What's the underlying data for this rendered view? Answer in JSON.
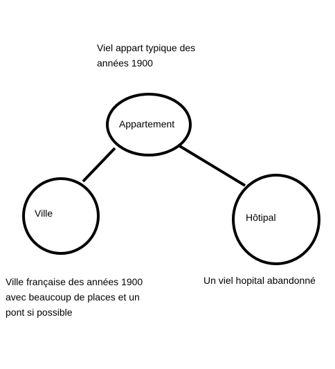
{
  "nodes": {
    "appartement": {
      "label": "Appartement"
    },
    "ville": {
      "label": "Ville"
    },
    "hotipal": {
      "label": "Hôtipal"
    }
  },
  "notes": {
    "appartement": "Viel appart typique des années 1900",
    "ville": "Ville française des années 1900 avec beaucoup de places et un pont si possible",
    "hotipal": "Un viel hopital abandonné"
  },
  "colors": {
    "stroke": "#000000",
    "background": "#ffffff"
  }
}
